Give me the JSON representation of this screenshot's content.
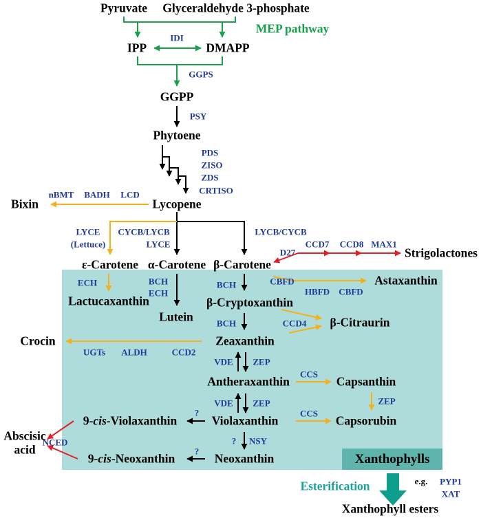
{
  "metabolites": {
    "pyruvate": "Pyruvate",
    "g3p": "Glyceraldehyde 3-phosphate",
    "ipp": "IPP",
    "dmapp": "DMAPP",
    "ggpp": "GGPP",
    "phytoene": "Phytoene",
    "lycopene": "Lycopene",
    "bixin": "Bixin",
    "e_carotene": "ε-Carotene",
    "a_carotene": "α-Carotene",
    "b_carotene": "β-Carotene",
    "strigolactones": "Strigolactones",
    "astaxanthin": "Astaxanthin",
    "lactucaxanthin": "Lactucaxanthin",
    "lutein": "Lutein",
    "b_cryptoxanthin": "β-Cryptoxanthin",
    "b_citraurin": "β-Citraurin",
    "crocin": "Crocin",
    "zeaxanthin": "Zeaxanthin",
    "antheraxanthin": "Antheraxanthin",
    "capsanthin": "Capsanthin",
    "violaxanthin": "Violaxanthin",
    "capsorubin": "Capsorubin",
    "cis_viola_prefix": "9-",
    "cis_viola_italic": "cis",
    "cis_viola_suffix": "-Violaxanthin",
    "cis_neo_prefix": "9-",
    "cis_neo_italic": "cis",
    "cis_neo_suffix": "-Neoxanthin",
    "neoxanthin": "Neoxanthin",
    "abscisic_line1": "Abscisic",
    "abscisic_line2": "acid",
    "xanthophyll_esters": "Xanthophyll esters"
  },
  "labels": {
    "mep_pathway": "MEP pathway",
    "xanthophylls": "Xanthophylls",
    "esterification": "Esterification",
    "eg": "e.g."
  },
  "enzymes": {
    "idi": "IDI",
    "ggps": "GGPS",
    "psy": "PSY",
    "pds": "PDS",
    "ziso": "ZISO",
    "zds": "ZDS",
    "crtiso": "CRTISO",
    "nbmt": "nBMT",
    "badh": "BADH",
    "lcd": "LCD",
    "lyce": "LYCE",
    "lettuce": "(Lettuce)",
    "cycb_lycb": "CYCB/LYCB",
    "lyce2": "LYCE",
    "lycb_cycb": "LYCB/CYCB",
    "d27": "D27",
    "ccd7": "CCD7",
    "ccd8": "CCD8",
    "max1": "MAX1",
    "ech": "ECH",
    "bch1": "BCH",
    "ech2": "ECH",
    "bch2": "BCH",
    "cbfd": "CBFD",
    "hbfd": "HBFD",
    "cbfd2": "CBFD",
    "bch3": "BCH",
    "ccd4": "CCD4",
    "ugts": "UGTs",
    "aldh": "ALDH",
    "ccd2": "CCD2",
    "vde1": "VDE",
    "zep1": "ZEP",
    "ccs1": "CCS",
    "zep_caps": "ZEP",
    "vde2": "VDE",
    "zep2": "ZEP",
    "ccs2": "CCS",
    "q1": "?",
    "q2": "?",
    "q3": "?",
    "nsy": "NSY",
    "nced": "NCED",
    "pyp1": "PYP1",
    "xat": "XAT"
  },
  "colors": {
    "black": "#000000",
    "green": "#18a04a",
    "orange": "#f5b01e",
    "red": "#e41f26",
    "enzyme_blue": "#1f3a9a",
    "box": "#aedcda",
    "banner": "#5fb5ae",
    "teal_arrow": "#0e9f8c"
  }
}
